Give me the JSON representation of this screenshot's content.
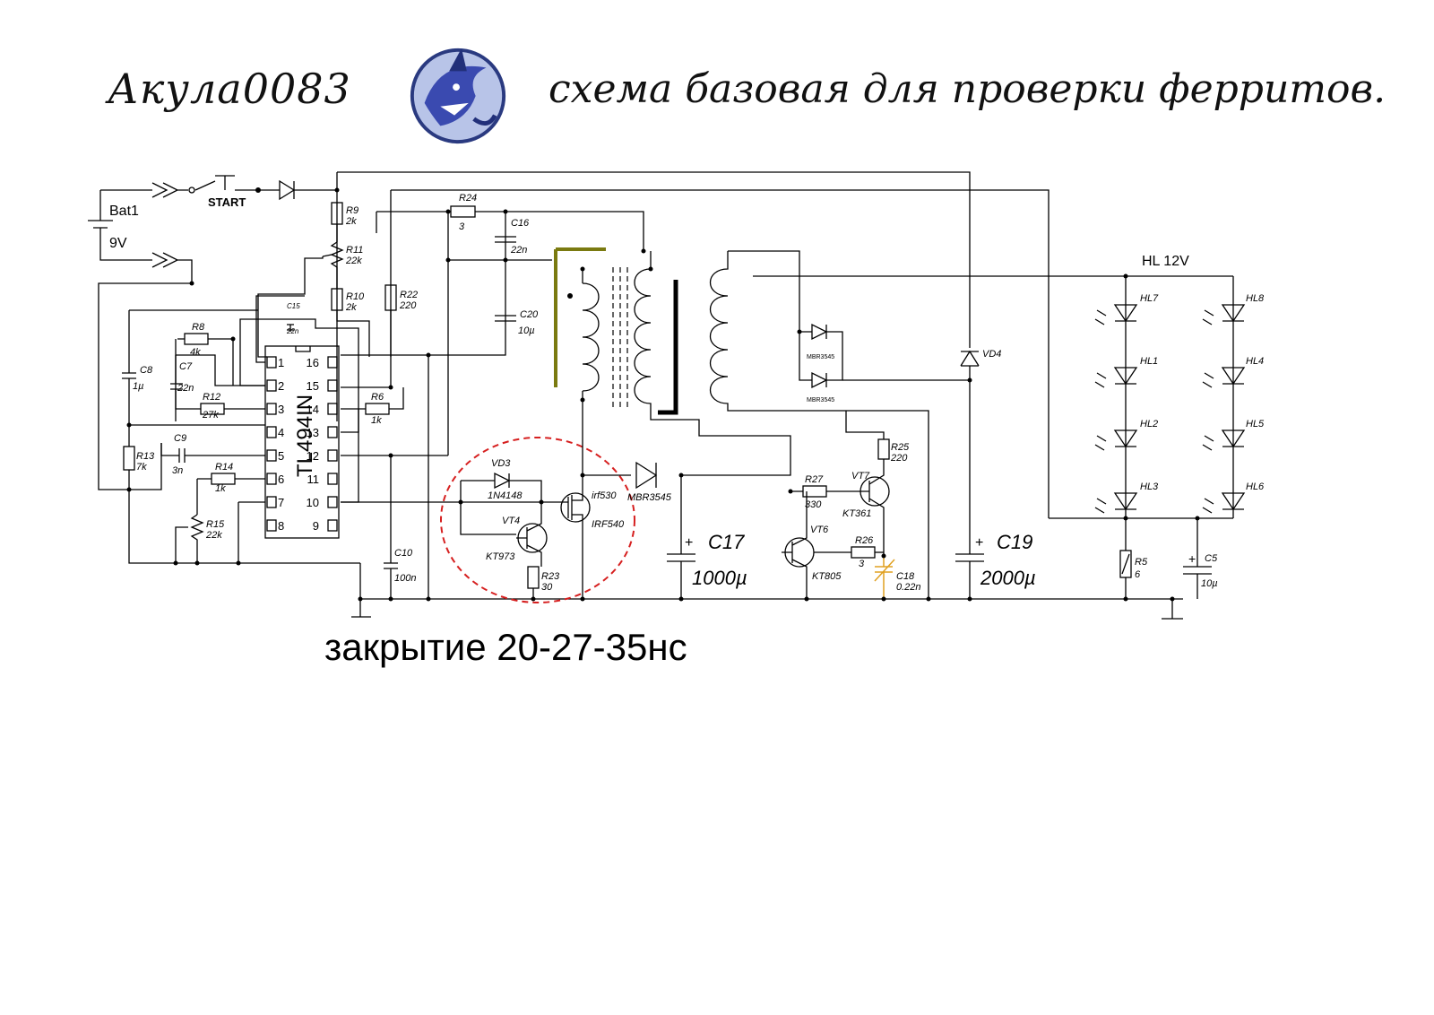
{
  "header": {
    "author": "Акула0083",
    "caption": "схема базовая для проверки ферритов."
  },
  "note": "закрытие 20-27-35нс",
  "ic": {
    "name": "TL494IN",
    "pins_left": [
      "1",
      "2",
      "3",
      "4",
      "5",
      "6",
      "7",
      "8"
    ],
    "pins_right": [
      "16",
      "15",
      "14",
      "13",
      "12",
      "11",
      "10",
      "9"
    ]
  },
  "supply": {
    "bat_name": "Bat1",
    "bat_value": "9V",
    "switch": "START"
  },
  "components": {
    "r9": [
      "R9",
      "2k"
    ],
    "r11": [
      "R11",
      "22k"
    ],
    "r10": [
      "R10",
      "2k"
    ],
    "r22": [
      "R22",
      "220"
    ],
    "r24": [
      "R24",
      "3"
    ],
    "c16": [
      "C16",
      "22n"
    ],
    "c20": [
      "C20",
      "10µ"
    ],
    "r8": [
      "R8",
      "4k"
    ],
    "c15": [
      "C15",
      "22n"
    ],
    "c8": [
      "C8",
      "1µ"
    ],
    "c7": [
      "C7",
      "22n"
    ],
    "r12": [
      "R12",
      "27k"
    ],
    "r13": [
      "R13",
      "7k"
    ],
    "c9": [
      "C9",
      "3n"
    ],
    "r14": [
      "R14",
      "1k"
    ],
    "r15": [
      "R15",
      "22k"
    ],
    "r6": [
      "R6",
      "1k"
    ],
    "c10": [
      "C10",
      "100n"
    ],
    "vd3": [
      "VD3",
      "1N4148"
    ],
    "vt4": [
      "VT4",
      "KT973"
    ],
    "r23": [
      "R23",
      "30"
    ],
    "q_mos": [
      "irf530",
      "IRF540"
    ],
    "d_out": "MBR3545",
    "c17": [
      "C17",
      "1000µ"
    ],
    "c19": [
      "C19",
      "2000µ"
    ],
    "r27": [
      "R27",
      "330"
    ],
    "vt7": [
      "VT7",
      "KT361"
    ],
    "r25": [
      "R25",
      "220"
    ],
    "vt6": [
      "VT6",
      "KT805"
    ],
    "r26": [
      "R26",
      "3"
    ],
    "c18": [
      "C18",
      "0.22n"
    ],
    "mbr_a": "MBR3545",
    "mbr_b": "MBR3545",
    "vd4": "VD4",
    "r5": [
      "R5",
      "6"
    ],
    "c5": [
      "C5",
      "10µ"
    ]
  },
  "leds": {
    "title": "HL 12V",
    "left": [
      "HL7",
      "HL1",
      "HL2",
      "HL3"
    ],
    "right": [
      "HL8",
      "HL4",
      "HL5",
      "HL6"
    ]
  },
  "colors": {
    "wire": "#000000",
    "highlight_circle": "#d62020",
    "winding_accent": "#7a7a10",
    "trimmer": "#e0a020"
  }
}
